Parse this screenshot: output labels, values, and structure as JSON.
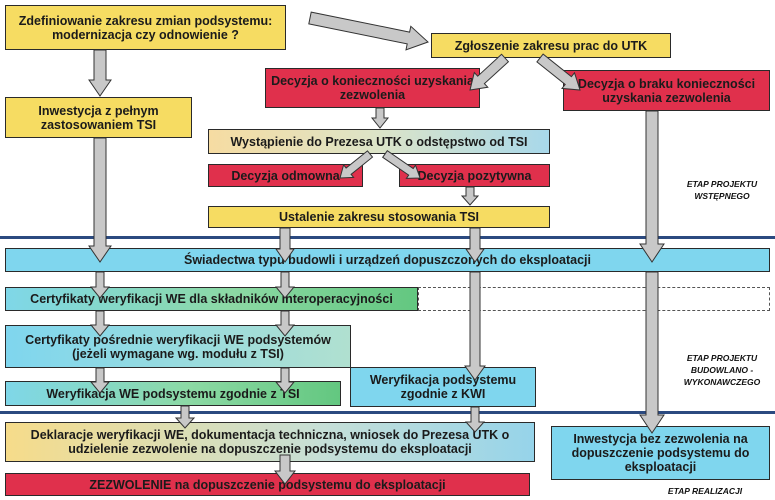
{
  "boxes": {
    "define_scope": "Zdefiniowanie zakresu zmian podsystemu: modernizacja czy odnowienie ?",
    "notify_utk": "Zgłoszenie zakresu prac do UTK",
    "decision_need": "Decyzja o konieczności uzyskania zezwolenia",
    "decision_no_need": "Decyzja o braku konieczności uzyskania zezwolenia",
    "investment_tsi": "Inwestycja z pełnym zastosowaniem TSI",
    "derogation_request": "Wystąpienie do Prezesa UTK o odstępstwo od TSI",
    "decision_negative": "Decyzja odmowna",
    "decision_positive": "Decyzja pozytywna",
    "tsi_scope": "Ustalenie zakresu stosowania TSI",
    "type_certificates": "Świadectwa typu budowli i urządzeń dopuszczonych do eksploatacji",
    "ec_components": "Certyfikaty weryfikacji WE dla składników interoperacyjności",
    "intermediate_certs": "Certyfikaty pośrednie weryfikacji WE podsystemów (jeżeli wymagane wg. modułu z TSI)",
    "ec_verification_tsi": "Weryfikacja WE podsystemu zgodnie z TSI",
    "verification_kwi": "Weryfikacja podsystemu zgodnie z KWI",
    "declarations": "Deklaracje weryfikacji WE, dokumentacja techniczna, wniosek do Prezesa UTK o udzielenie zezwolenie na dopuszczenie podsystemu do eksploatacji",
    "investment_no_permit": "Inwestycja bez zezwolenia na dopuszczenie podsystemu do eksploatacji",
    "permit": "ZEZWOLENIE na dopuszczenie podsystemu do eksploatacji"
  },
  "stages": {
    "preliminary": "Etap projektu wstępnego",
    "construction": "Etap projektu budowlano - wykonawczego",
    "realization": "Etap realizacji"
  },
  "colors": {
    "yellow": "#f6dc62",
    "red": "#e0304c",
    "cyan": "#7fd6ee",
    "green": "#63c780",
    "arrow_fill": "#c8c8c8",
    "separator": "#2b4a80"
  }
}
